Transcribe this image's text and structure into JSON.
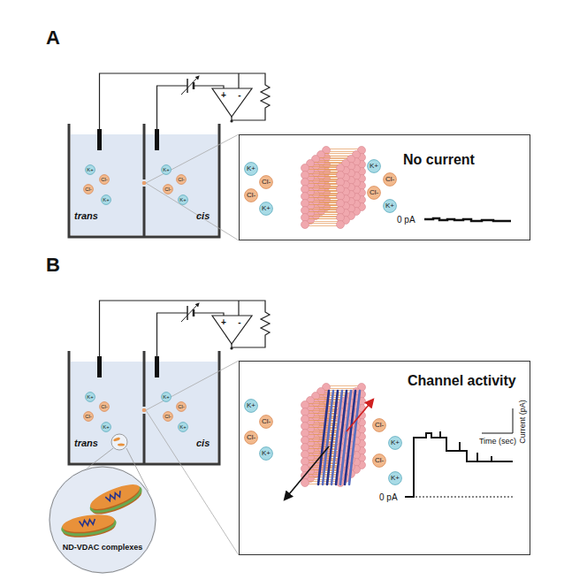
{
  "diagram": {
    "nodes": [
      {
        "text": [
          "K+"
        ]
      },
      {
        "text": [
          "Cl-"
        ]
      },
      {
        "text": [
          "Cl-"
        ]
      },
      {
        "text": [
          "K+"
        ]
      },
      {
        "text": [
          "K+"
        ]
      },
      {
        "text": [
          "Cl-"
        ]
      },
      {
        "text": [
          "Cl-"
        ]
      },
      {
        "text": [
          "K+"
        ]
      },
      {
        "text": [
          "No current",
          "0 pA"
        ]
      },
      {
        "text": [
          "K+"
        ],
        "in": 8
      },
      {
        "text": [
          "Cl-"
        ],
        "in": 8
      },
      {
        "text": [
          "Cl-"
        ],
        "in": 8
      },
      {
        "text": [
          "K+"
        ],
        "in": 8
      },
      {
        "text": [
          "K+"
        ],
        "in": 8
      },
      {
        "text": [
          "Cl-"
        ],
        "in": 8
      },
      {
        "text": [
          "Cl-"
        ],
        "in": 8
      },
      {
        "text": [
          "K+"
        ],
        "in": 8
      },
      {
        "text": [
          "K+"
        ]
      },
      {
        "text": [
          "Cl-"
        ]
      },
      {
        "text": [
          "Cl-"
        ]
      },
      {
        "text": [
          "K+"
        ]
      },
      {
        "text": [
          "K+"
        ]
      },
      {
        "text": [
          "Cl-"
        ]
      },
      {
        "text": [
          "Cl-"
        ]
      },
      {
        "text": [
          "K+"
        ]
      },
      {
        "text": [
          "ND-VDAC complexes"
        ]
      },
      {
        "text": [
          "Channel activity",
          "Current (pA)",
          "Time (sec)",
          "0 pA"
        ]
      },
      {
        "text": [
          "K+"
        ],
        "in": 26
      },
      {
        "text": [
          "Cl-"
        ],
        "in": 26
      },
      {
        "text": [
          "Cl-"
        ],
        "in": 26
      },
      {
        "text": [
          "K+"
        ],
        "in": 26
      },
      {
        "text": [
          "Cl-"
        ],
        "in": 26
      },
      {
        "text": [
          "K+"
        ],
        "in": 26
      },
      {
        "text": [
          "Cl-"
        ],
        "in": 26
      },
      {
        "text": [
          "K+"
        ],
        "in": 26
      }
    ],
    "labels": [
      "A",
      "+",
      "-",
      "trans",
      "cis",
      "B",
      "+",
      "-",
      "trans",
      "cis"
    ]
  }
}
